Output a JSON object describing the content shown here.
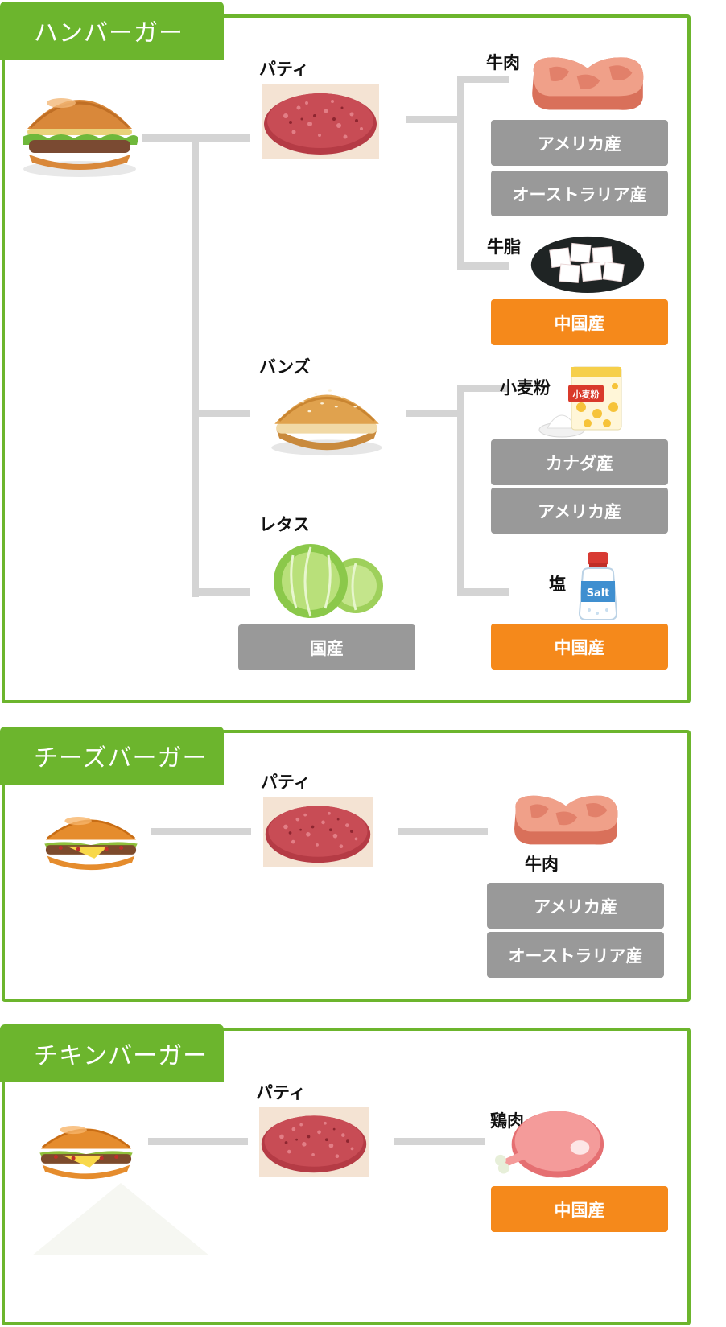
{
  "sections": {
    "hamburger": {
      "title": "ハンバーガー",
      "patty": "パティ",
      "buns": "バンズ",
      "lettuce": "レタス",
      "lettuce_origin": "国産",
      "beef": "牛肉",
      "beef_origins": [
        "アメリカ産",
        "オーストラリア産"
      ],
      "beef_fat": "牛脂",
      "beef_fat_origin": "中国産",
      "flour": "小麦粉",
      "flour_pack_text": "小麦粉",
      "flour_origins": [
        "カナダ産",
        "アメリカ産"
      ],
      "salt": "塩",
      "salt_bottle_text": "Salt",
      "salt_origin": "中国産"
    },
    "cheeseburger": {
      "title": "チーズバーガー",
      "patty": "パティ",
      "beef": "牛肉",
      "beef_origins": [
        "アメリカ産",
        "オーストラリア産"
      ]
    },
    "chickenburger": {
      "title": "チキンバーガー",
      "patty": "パティ",
      "chicken": "鶏肉",
      "chicken_origin": "中国産"
    }
  },
  "colors": {
    "green": "#6cb52d",
    "gray_badge": "#999999",
    "orange_badge": "#f5891b",
    "connector": "#d4d4d4"
  }
}
